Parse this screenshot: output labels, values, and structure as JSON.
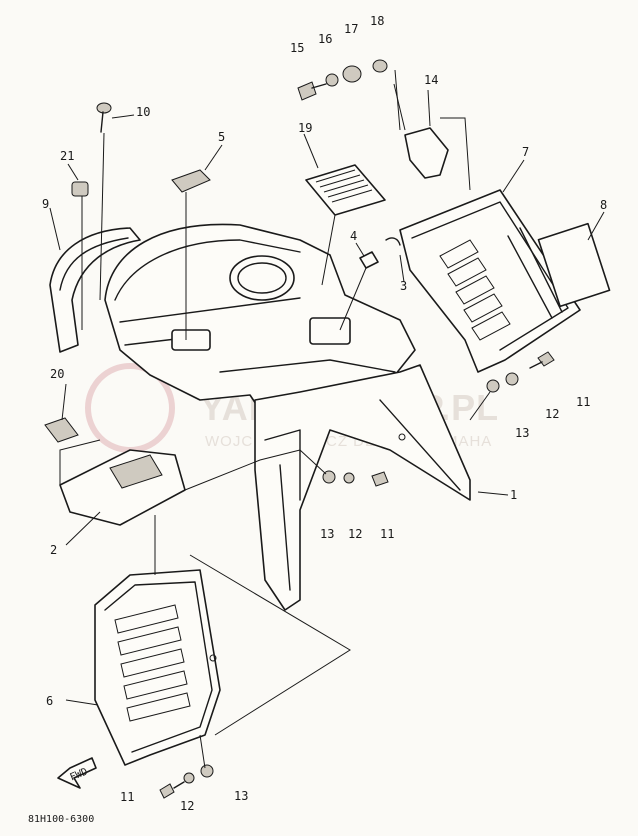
{
  "diagram_code": "81H100-6300",
  "arrow_label": "FWD",
  "watermark": {
    "brand": "YAMA-SKLEP.PL",
    "subtitle": "WOJCIECHOWICZ DEALER YAMAHA"
  },
  "callouts": [
    {
      "id": "c1",
      "label": "1"
    },
    {
      "id": "c2",
      "label": "2"
    },
    {
      "id": "c3",
      "label": "3"
    },
    {
      "id": "c4",
      "label": "4"
    },
    {
      "id": "c5",
      "label": "5"
    },
    {
      "id": "c6",
      "label": "6"
    },
    {
      "id": "c7",
      "label": "7"
    },
    {
      "id": "c8",
      "label": "8"
    },
    {
      "id": "c9",
      "label": "9"
    },
    {
      "id": "c10",
      "label": "10"
    },
    {
      "id": "c11a",
      "label": "11"
    },
    {
      "id": "c11b",
      "label": "11"
    },
    {
      "id": "c11c",
      "label": "11"
    },
    {
      "id": "c12a",
      "label": "12"
    },
    {
      "id": "c12b",
      "label": "12"
    },
    {
      "id": "c12c",
      "label": "12"
    },
    {
      "id": "c13a",
      "label": "13"
    },
    {
      "id": "c13b",
      "label": "13"
    },
    {
      "id": "c13c",
      "label": "13"
    },
    {
      "id": "c14",
      "label": "14"
    },
    {
      "id": "c15",
      "label": "15"
    },
    {
      "id": "c16",
      "label": "16"
    },
    {
      "id": "c17",
      "label": "17"
    },
    {
      "id": "c18",
      "label": "18"
    },
    {
      "id": "c19",
      "label": "19"
    },
    {
      "id": "c20",
      "label": "20"
    },
    {
      "id": "c21",
      "label": "21"
    }
  ]
}
